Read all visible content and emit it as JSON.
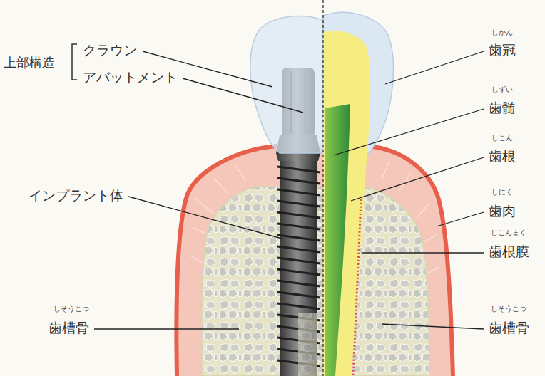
{
  "diagram": {
    "labels": [
      "上部構造",
      "クラウン",
      "アバットメント",
      "インプラント体",
      "しそうこつ",
      "歯槽骨",
      "しかん",
      "歯冠",
      "しずい",
      "歯髄",
      "しこん",
      "歯根",
      "しにく",
      "歯肉",
      "しこんまく",
      "歯根膜",
      "しそうこつ",
      "歯槽骨"
    ]
  }
}
